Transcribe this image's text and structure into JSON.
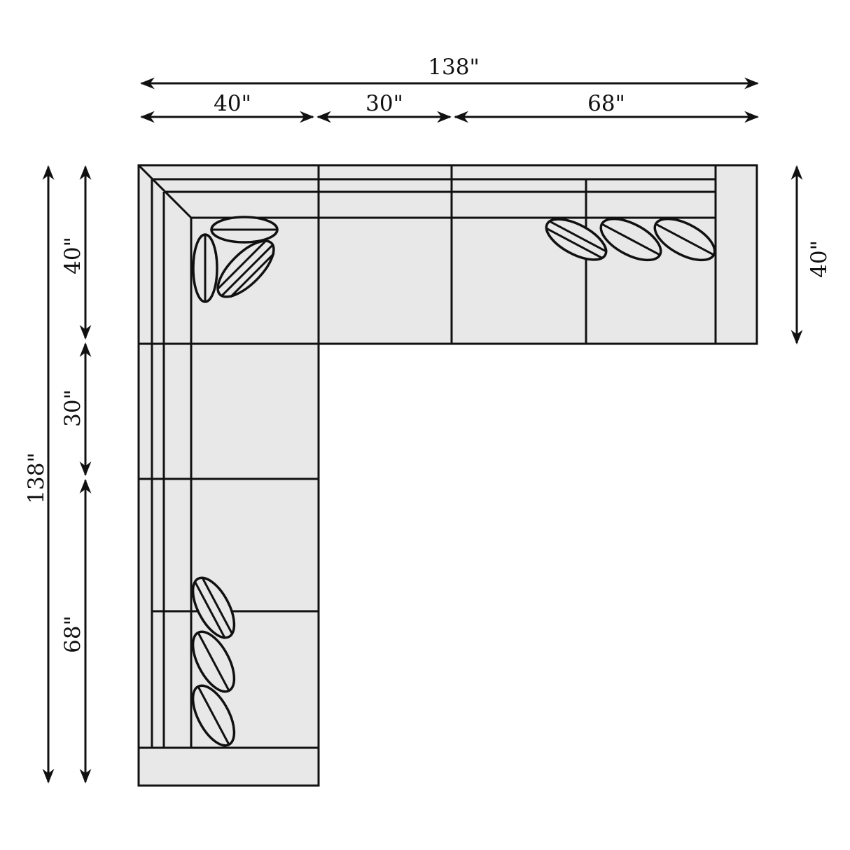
{
  "title": "L-shaped sectional sofa dimensions",
  "dimensions": {
    "top_total": "138\"",
    "top_segments": [
      "40\"",
      "30\"",
      "68\""
    ],
    "left_total": "138\"",
    "left_segments": [
      "40\"",
      "30\"",
      "68\""
    ],
    "right_depth": "40\""
  },
  "colors": {
    "line": "#111111",
    "fill": "#e8e8e8"
  }
}
